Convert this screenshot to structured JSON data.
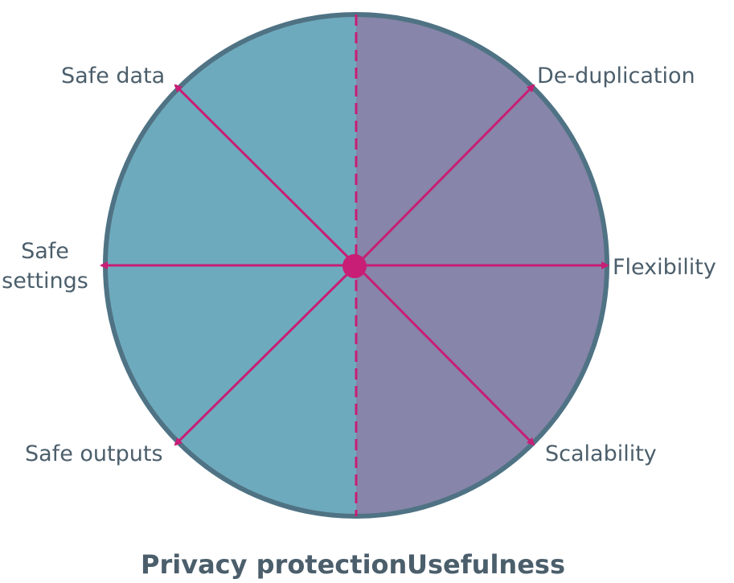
{
  "colors": {
    "left_half": "#6eaabd",
    "right_half": "#8785aa",
    "outline": "#4f7384",
    "arrow": "#c81e75",
    "text": "#4b5e6b"
  },
  "axes": {
    "safe_data": "Safe data",
    "safe_settings_line1": "Safe",
    "safe_settings_line2": "settings",
    "safe_outputs": "Safe outputs",
    "de_duplication": "De-duplication",
    "flexibility": "Flexibility",
    "scalability": "Scalability"
  },
  "halves": {
    "left": "Privacy protection",
    "right": "Usefulness"
  }
}
